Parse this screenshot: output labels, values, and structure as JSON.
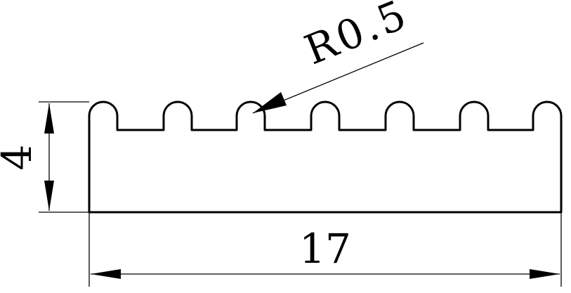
{
  "drawing": {
    "radius_label": "R0.5",
    "height_label": "4",
    "width_label": "17"
  }
}
